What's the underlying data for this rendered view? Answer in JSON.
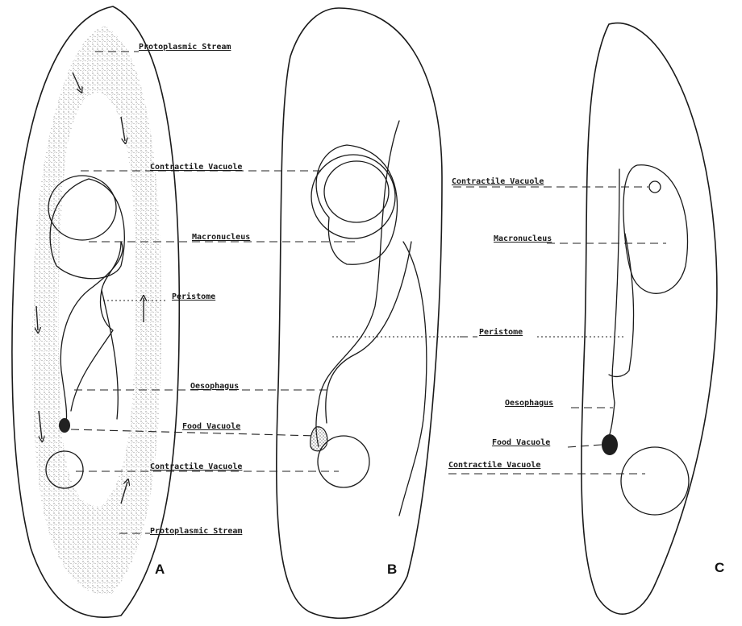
{
  "colors": {
    "ink": "#1a1a1a",
    "stipple": "#9a9a9a",
    "background": "#ffffff"
  },
  "panels": {
    "a": {
      "letter": "A",
      "labels": {
        "protoplasmic_stream_top": "Protoplasmic Stream",
        "contractile_vacuole_top": "Contractile Vacuole",
        "macronucleus": "Macronucleus",
        "peristome": "Peristome",
        "oesophagus": "Oesophagus",
        "food_vacuole": "Food Vacuole",
        "contractile_vacuole_bottom": "Contractile Vacuole",
        "protoplasmic_stream_bottom": "Protoplasmic Stream"
      }
    },
    "b": {
      "letter": "B"
    },
    "c": {
      "letter": "C",
      "labels": {
        "contractile_vacuole_top": "Contractile Vacuole",
        "macronucleus": "Macronucleus",
        "peristome": "Peristome",
        "oesophagus": "Oesophagus",
        "food_vacuole": "Food Vacuole",
        "contractile_vacuole_bottom": "Contractile Vacuole"
      }
    }
  }
}
